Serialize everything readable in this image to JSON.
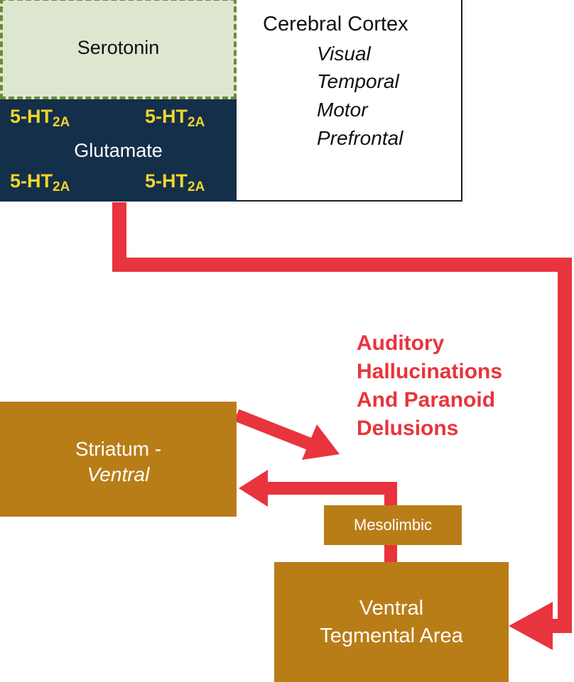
{
  "cortex": {
    "title": "Cerebral Cortex",
    "regions": [
      "Visual",
      "Temporal",
      "Motor",
      "Prefrontal"
    ]
  },
  "serotonin": {
    "label": "Serotonin"
  },
  "glutamate": {
    "label": "Glutamate",
    "receptor_base": "5-HT",
    "receptor_sub": "2A"
  },
  "effect": {
    "lines": [
      "Auditory",
      "Hallucinations",
      "And Paranoid",
      "Delusions"
    ]
  },
  "striatum": {
    "line1": "Striatum -",
    "line2": "Ventral"
  },
  "mesolimbic": {
    "label": "Mesolimbic"
  },
  "vta": {
    "line1": "Ventral",
    "line2": "Tegmental Area"
  },
  "colors": {
    "arrow": "#e8343c",
    "brown": "#b97d18",
    "navy": "#132f4a",
    "receptor": "#f1d52b",
    "serotonin_fill": "#dde7cf",
    "serotonin_border": "#6c8a3a"
  }
}
